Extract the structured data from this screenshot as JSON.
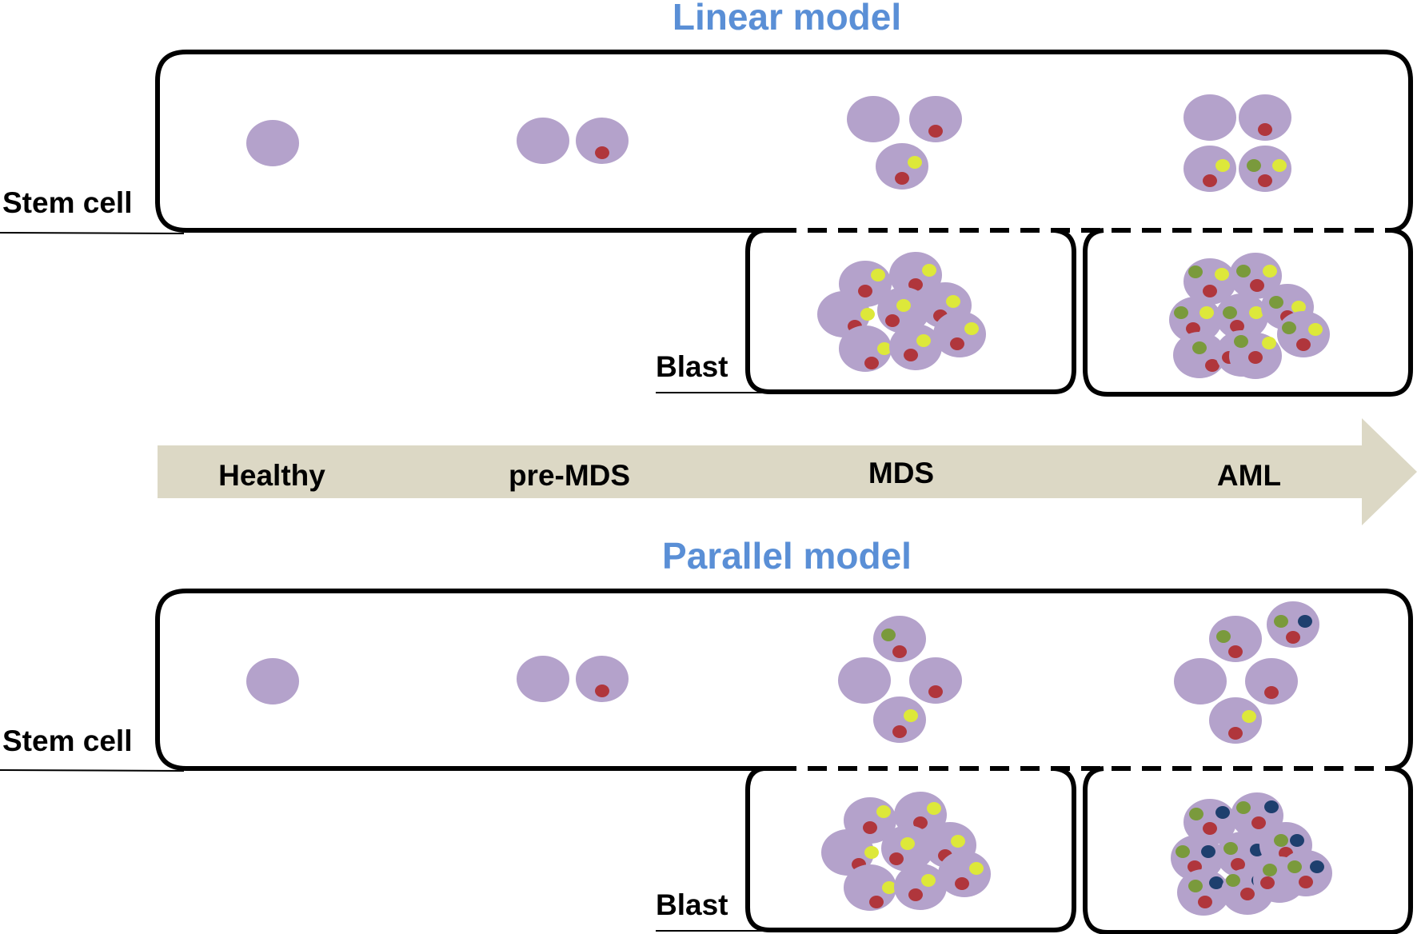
{
  "colors": {
    "title": "#5a8fd6",
    "cell": "#b4a2cb",
    "red": "#b0363c",
    "yellow": "#dde83a",
    "green": "#7a9a3c",
    "navy": "#1e3f6e",
    "arrow": "#dcd8c5",
    "outline": "#000000"
  },
  "linear": {
    "title": "Linear model",
    "stem_label": "Stem cell",
    "blast_label": "Blast"
  },
  "progression": {
    "stages": [
      "Healthy",
      "pre-MDS",
      "MDS",
      "AML"
    ]
  },
  "parallel": {
    "title": "Parallel model",
    "stem_label": "Stem cell",
    "blast_label": "Blast"
  }
}
